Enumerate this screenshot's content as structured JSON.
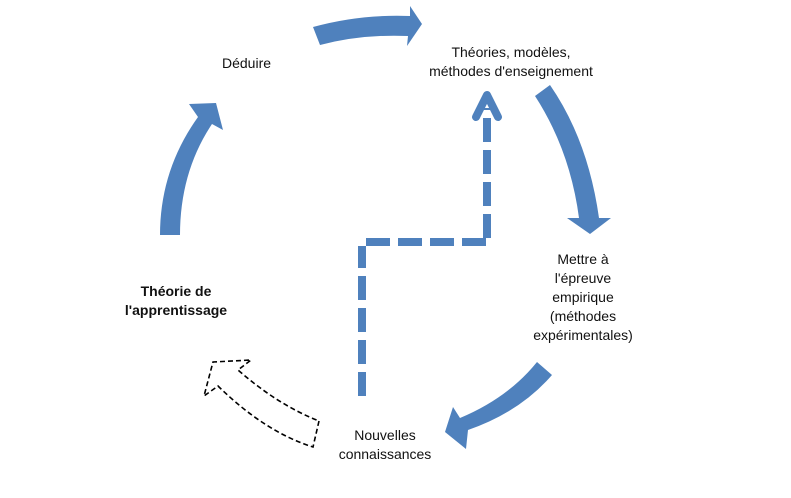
{
  "diagram": {
    "type": "cycle",
    "colors": {
      "arrow_fill": "#4f81bd",
      "dashed_path": "#4f81bd",
      "dashed_arrow_outline": "#000000",
      "text": "#111111",
      "background": "#ffffff"
    },
    "nodes": {
      "deduire": {
        "lines": [
          "Déduire"
        ]
      },
      "theories": {
        "lines": [
          "Théories, modèles,",
          "méthodes d'enseignement"
        ]
      },
      "mettre": {
        "lines": [
          "Mettre à",
          "l'épreuve",
          "empirique",
          "(méthodes",
          "expérimentales)"
        ]
      },
      "nouvelles": {
        "lines": [
          "Nouvelles",
          "connaissances"
        ]
      },
      "theorie_apprentissage": {
        "lines": [
          "Théorie de",
          "l'apprentissage"
        ],
        "emphasis": "bold"
      }
    },
    "edges": [
      {
        "from": "Déduire",
        "to": "Théories, modèles, méthodes d'enseignement",
        "style": "solid-curved-block-arrow"
      },
      {
        "from": "Théories, modèles, méthodes d'enseignement",
        "to": "Mettre à l'épreuve empirique",
        "style": "solid-curved-block-arrow"
      },
      {
        "from": "Mettre à l'épreuve empirique",
        "to": "Nouvelles connaissances",
        "style": "solid-curved-block-arrow"
      },
      {
        "from": "Nouvelles connaissances",
        "to": "Théorie de l'apprentissage",
        "style": "dashed-outline-block-arrow"
      },
      {
        "from": "Théorie de l'apprentissage",
        "to": "Déduire",
        "style": "solid-curved-block-arrow"
      },
      {
        "from": "Nouvelles connaissances",
        "to": "Théories, modèles, méthodes d'enseignement",
        "style": "dashed-elbow-connector"
      }
    ]
  }
}
